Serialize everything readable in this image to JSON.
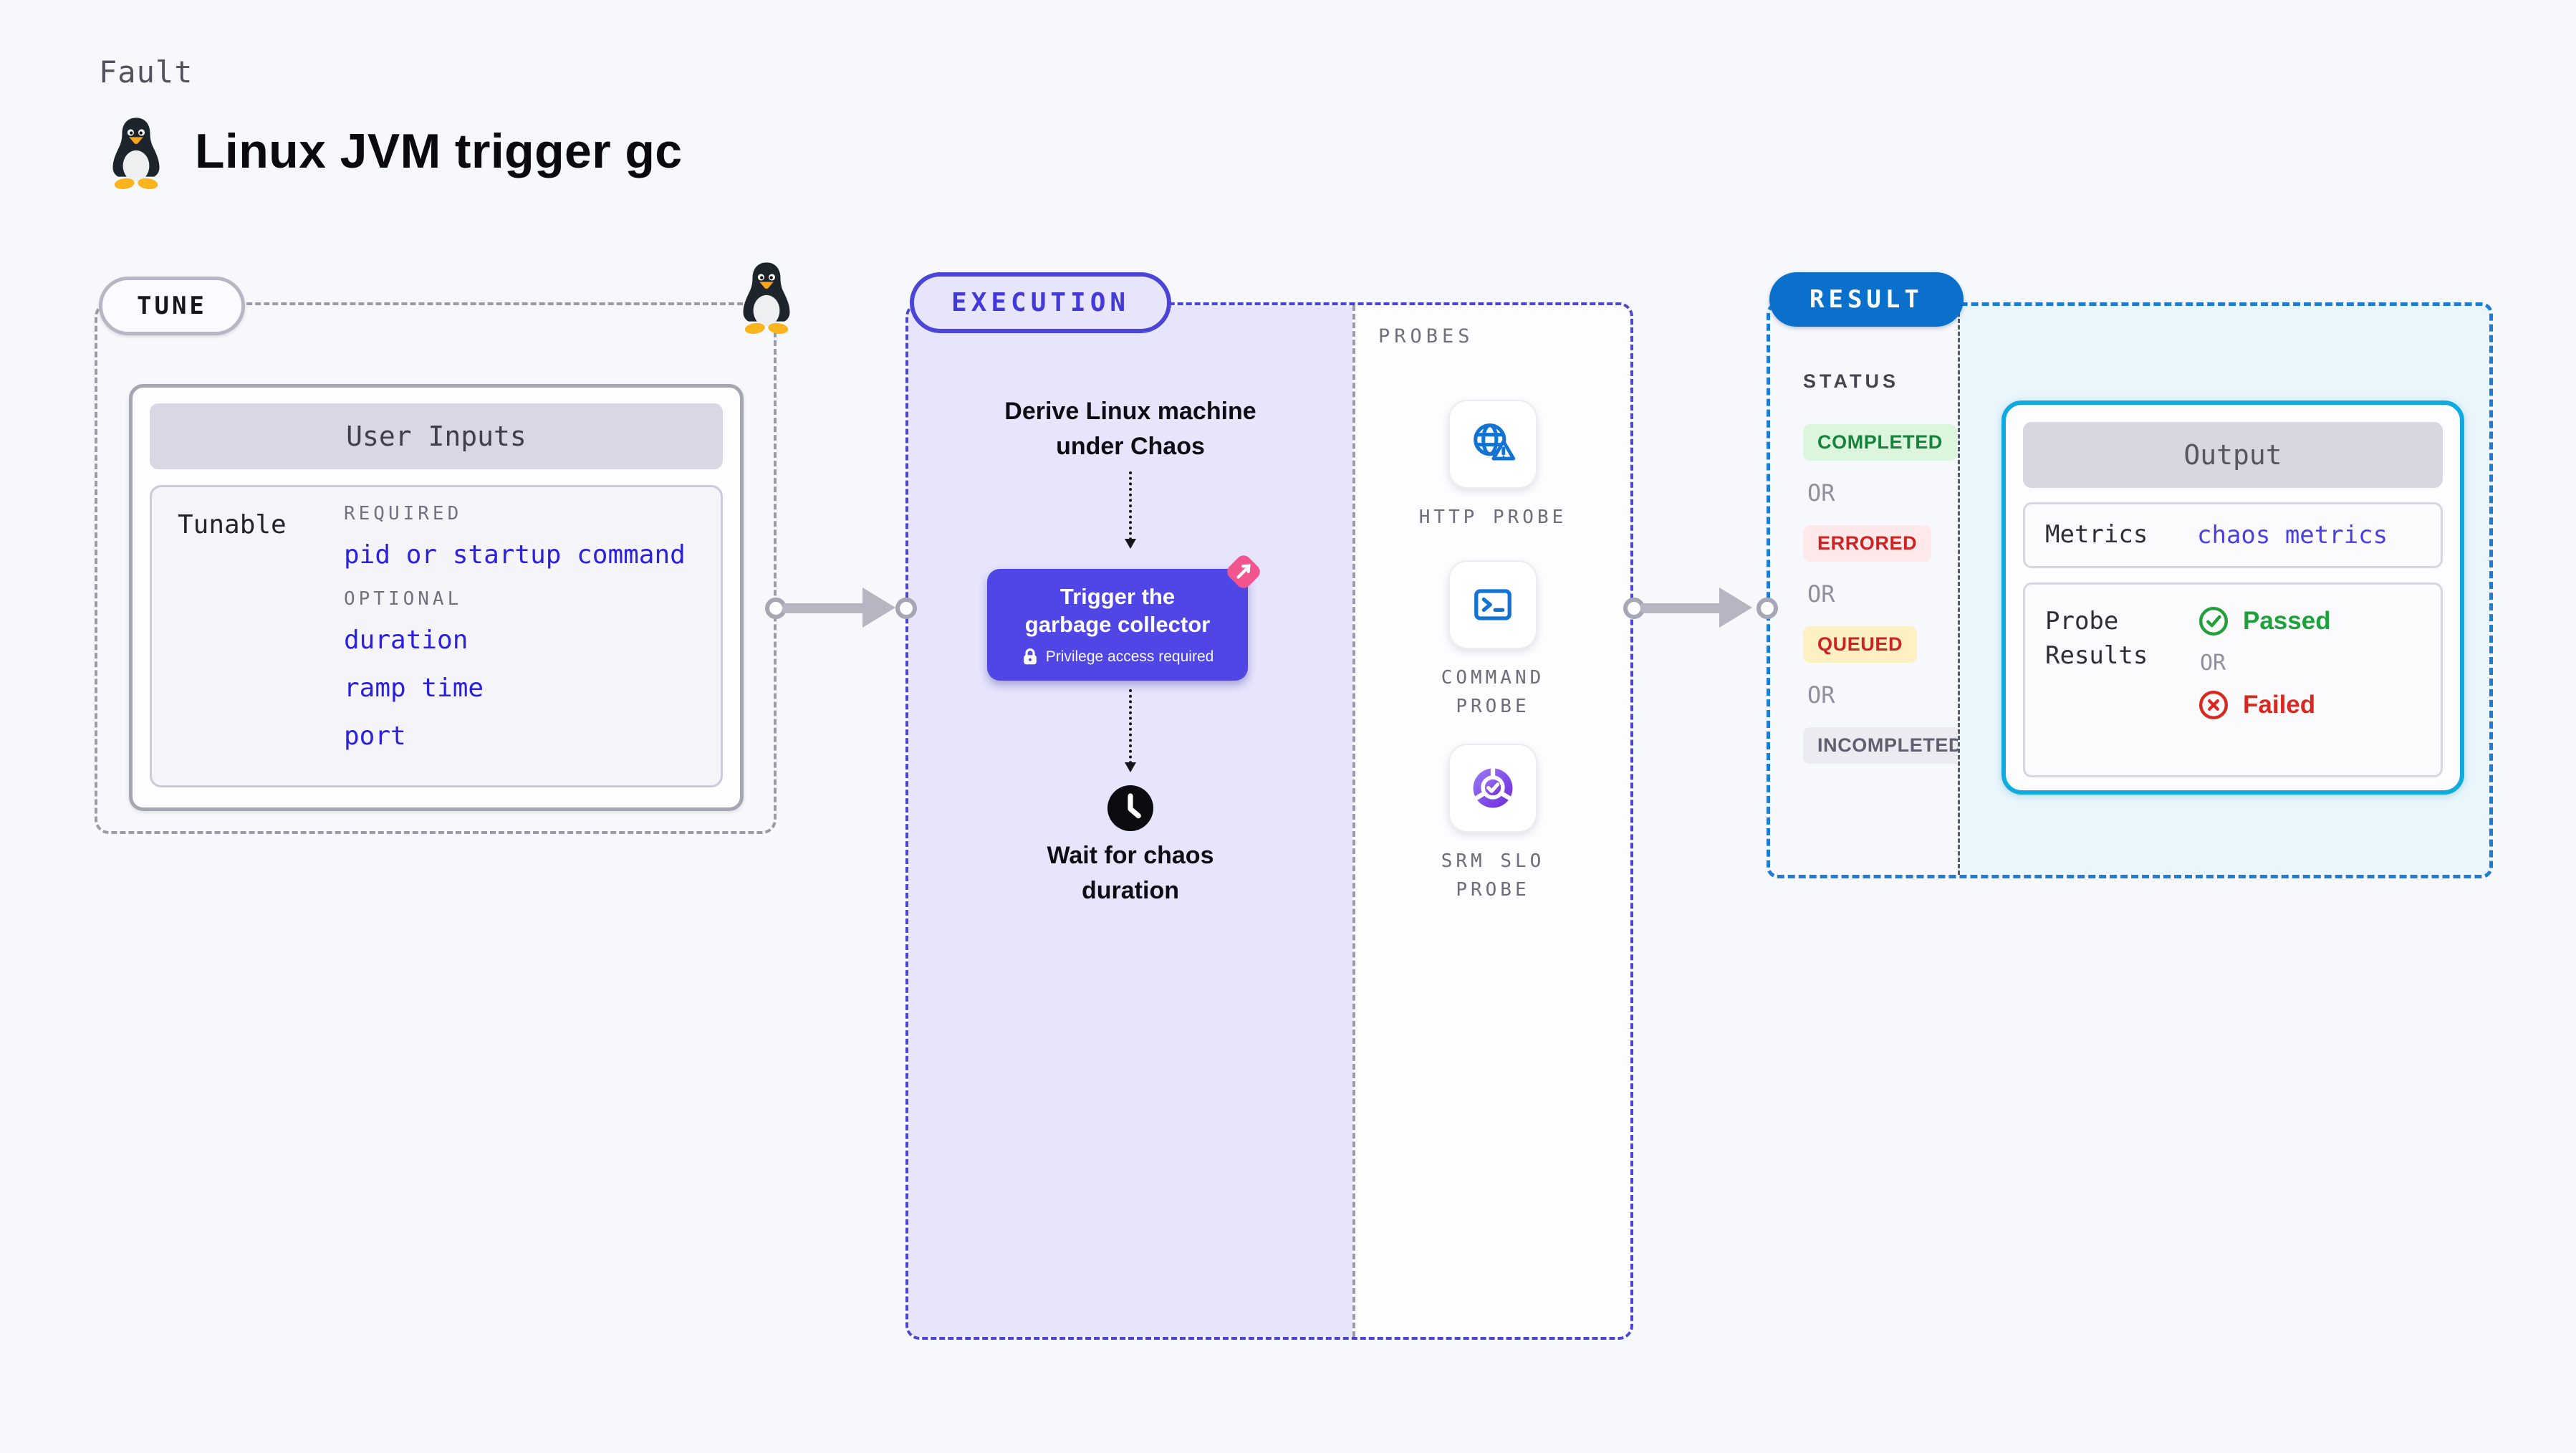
{
  "header": {
    "kicker": "Fault",
    "title": "Linux JVM trigger gc"
  },
  "tune": {
    "label": "TUNE",
    "card_title": "User Inputs",
    "row_label": "Tunable",
    "required_label": "REQUIRED",
    "required_item": "pid or startup command",
    "optional_label": "OPTIONAL",
    "optional_items": [
      "duration",
      "ramp time",
      "port"
    ]
  },
  "execution": {
    "label": "EXECUTION",
    "derive_line1": "Derive Linux machine",
    "derive_line2": "under Chaos",
    "action_line1": "Trigger the",
    "action_line2": "garbage collector",
    "privilege_note": "Privilege access required",
    "wait_line1": "Wait for chaos",
    "wait_line2": "duration"
  },
  "probes": {
    "label": "PROBES",
    "items": [
      {
        "icon": "globe-alert-icon",
        "lines": [
          "HTTP PROBE"
        ]
      },
      {
        "icon": "terminal-icon",
        "lines": [
          "COMMAND",
          "PROBE"
        ]
      },
      {
        "icon": "slo-donut-check-icon",
        "lines": [
          "SRM SLO",
          "PROBE"
        ]
      }
    ]
  },
  "result": {
    "label": "RESULT",
    "status_label": "STATUS",
    "or_label": "OR",
    "statuses": [
      {
        "text": "COMPLETED",
        "type": "success"
      },
      {
        "text": "ERRORED",
        "type": "error"
      },
      {
        "text": "QUEUED",
        "type": "warning"
      },
      {
        "text": "INCOMPLETED",
        "type": "muted"
      }
    ],
    "output": {
      "title": "Output",
      "metrics_label": "Metrics",
      "metrics_value": "chaos metrics",
      "probe_results_line1": "Probe",
      "probe_results_line2": "Results",
      "passed_label": "Passed",
      "or_label": "OR",
      "failed_label": "Failed"
    }
  },
  "colors": {
    "page_bg": "#f7f8fc",
    "accent_indigo": "#4f46e5",
    "lavender_bg": "#e6e5fc",
    "accent_blue_pill": "#0b70cb",
    "result_dash_blue": "#1e7cd6",
    "output_border_cyan": "#0faadf",
    "cyan_bg": "#e9f6fc",
    "link_blue": "#2a20dd",
    "probe_icon_blue": "#1273d2",
    "success_green": "#1ea13c",
    "error_red": "#d9281f",
    "warning_badge_bg": "#fdf0c3",
    "pink_accent": "#f2548e"
  }
}
